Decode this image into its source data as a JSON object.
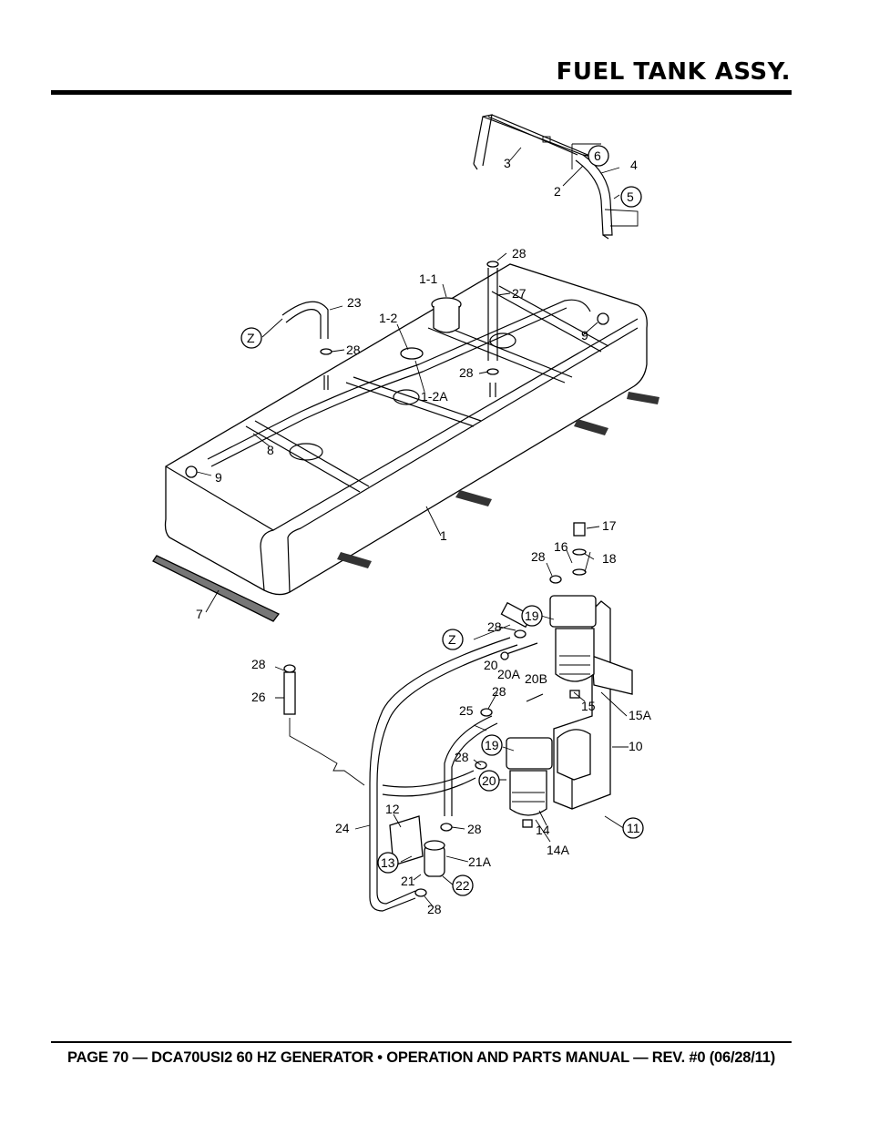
{
  "header": {
    "title": "FUEL TANK ASSY."
  },
  "footer": {
    "text": "PAGE 70 — DCA70USI2 60 HZ GENERATOR • OPERATION AND PARTS MANUAL — REV. #0 (06/28/11)"
  },
  "diagram": {
    "callouts": {
      "c1": "1",
      "c1_1": "1-1",
      "c1_2": "1-2",
      "c1_2a": "1-2A",
      "c2": "2",
      "c3": "3",
      "c4": "4",
      "c5": "5",
      "c6": "6",
      "c7": "7",
      "c8": "8",
      "c9a": "9",
      "c9b": "9",
      "c10": "10",
      "c11": "11",
      "c12": "12",
      "c13": "13",
      "c14": "14",
      "c14a": "14A",
      "c15": "15",
      "c15a": "15A",
      "c16": "16",
      "c17": "17",
      "c18": "18",
      "c19a": "19",
      "c19b": "19",
      "c20": "20",
      "c20a": "20A",
      "c20b": "20B",
      "c20c": "20",
      "c21": "21",
      "c21a": "21A",
      "c22": "22",
      "c23": "23",
      "c24": "24",
      "c25": "25",
      "c26": "26",
      "c27": "27",
      "c28a": "28",
      "c28b": "28",
      "c28c": "28",
      "c28d": "28",
      "c28e": "28",
      "c28f": "28",
      "c28g": "28",
      "c28h": "28",
      "c28i": "28",
      "c28j": "28",
      "z1": "Z",
      "z2": "Z"
    }
  }
}
